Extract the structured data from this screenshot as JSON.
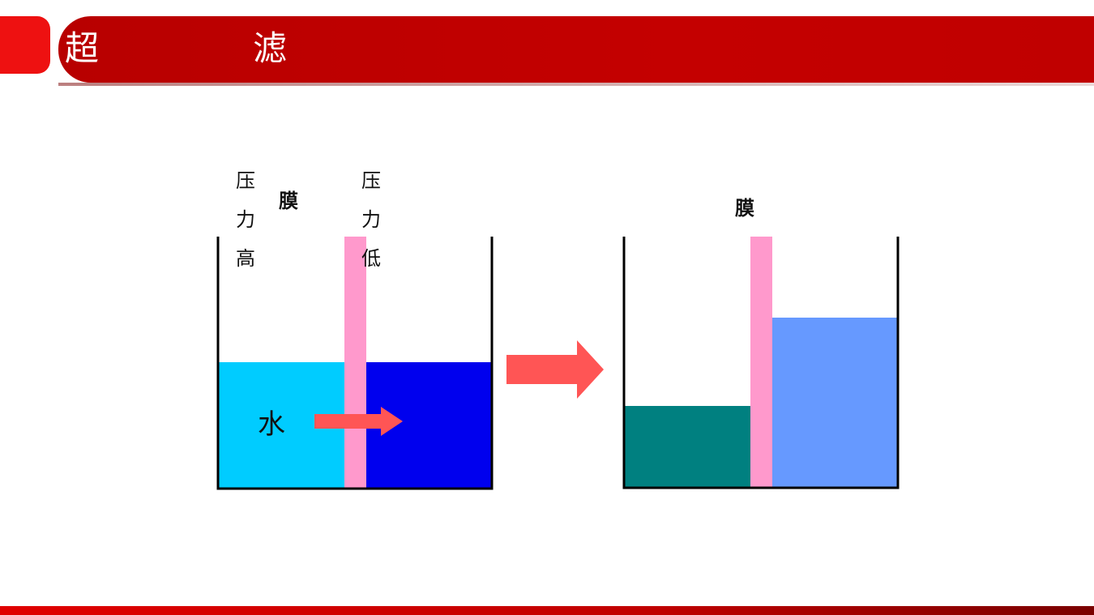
{
  "header": {
    "title": "超　滤"
  },
  "diagram": {
    "left_beaker": {
      "membrane_label": "膜",
      "high_pressure_label": "压力高",
      "low_pressure_label": "压力低",
      "water_label": "水"
    },
    "right_beaker": {
      "membrane_label": "膜"
    }
  },
  "colors": {
    "title_bar": "#c00000",
    "accent_tab": "#ee1111",
    "membrane": "#ff99cc",
    "left_high_pressure_liquid": "#00ccff",
    "left_low_pressure_liquid": "#0000ee",
    "right_concentrate_liquid": "#008080",
    "right_permeate_liquid": "#6699ff",
    "arrow": "#ff5555"
  }
}
